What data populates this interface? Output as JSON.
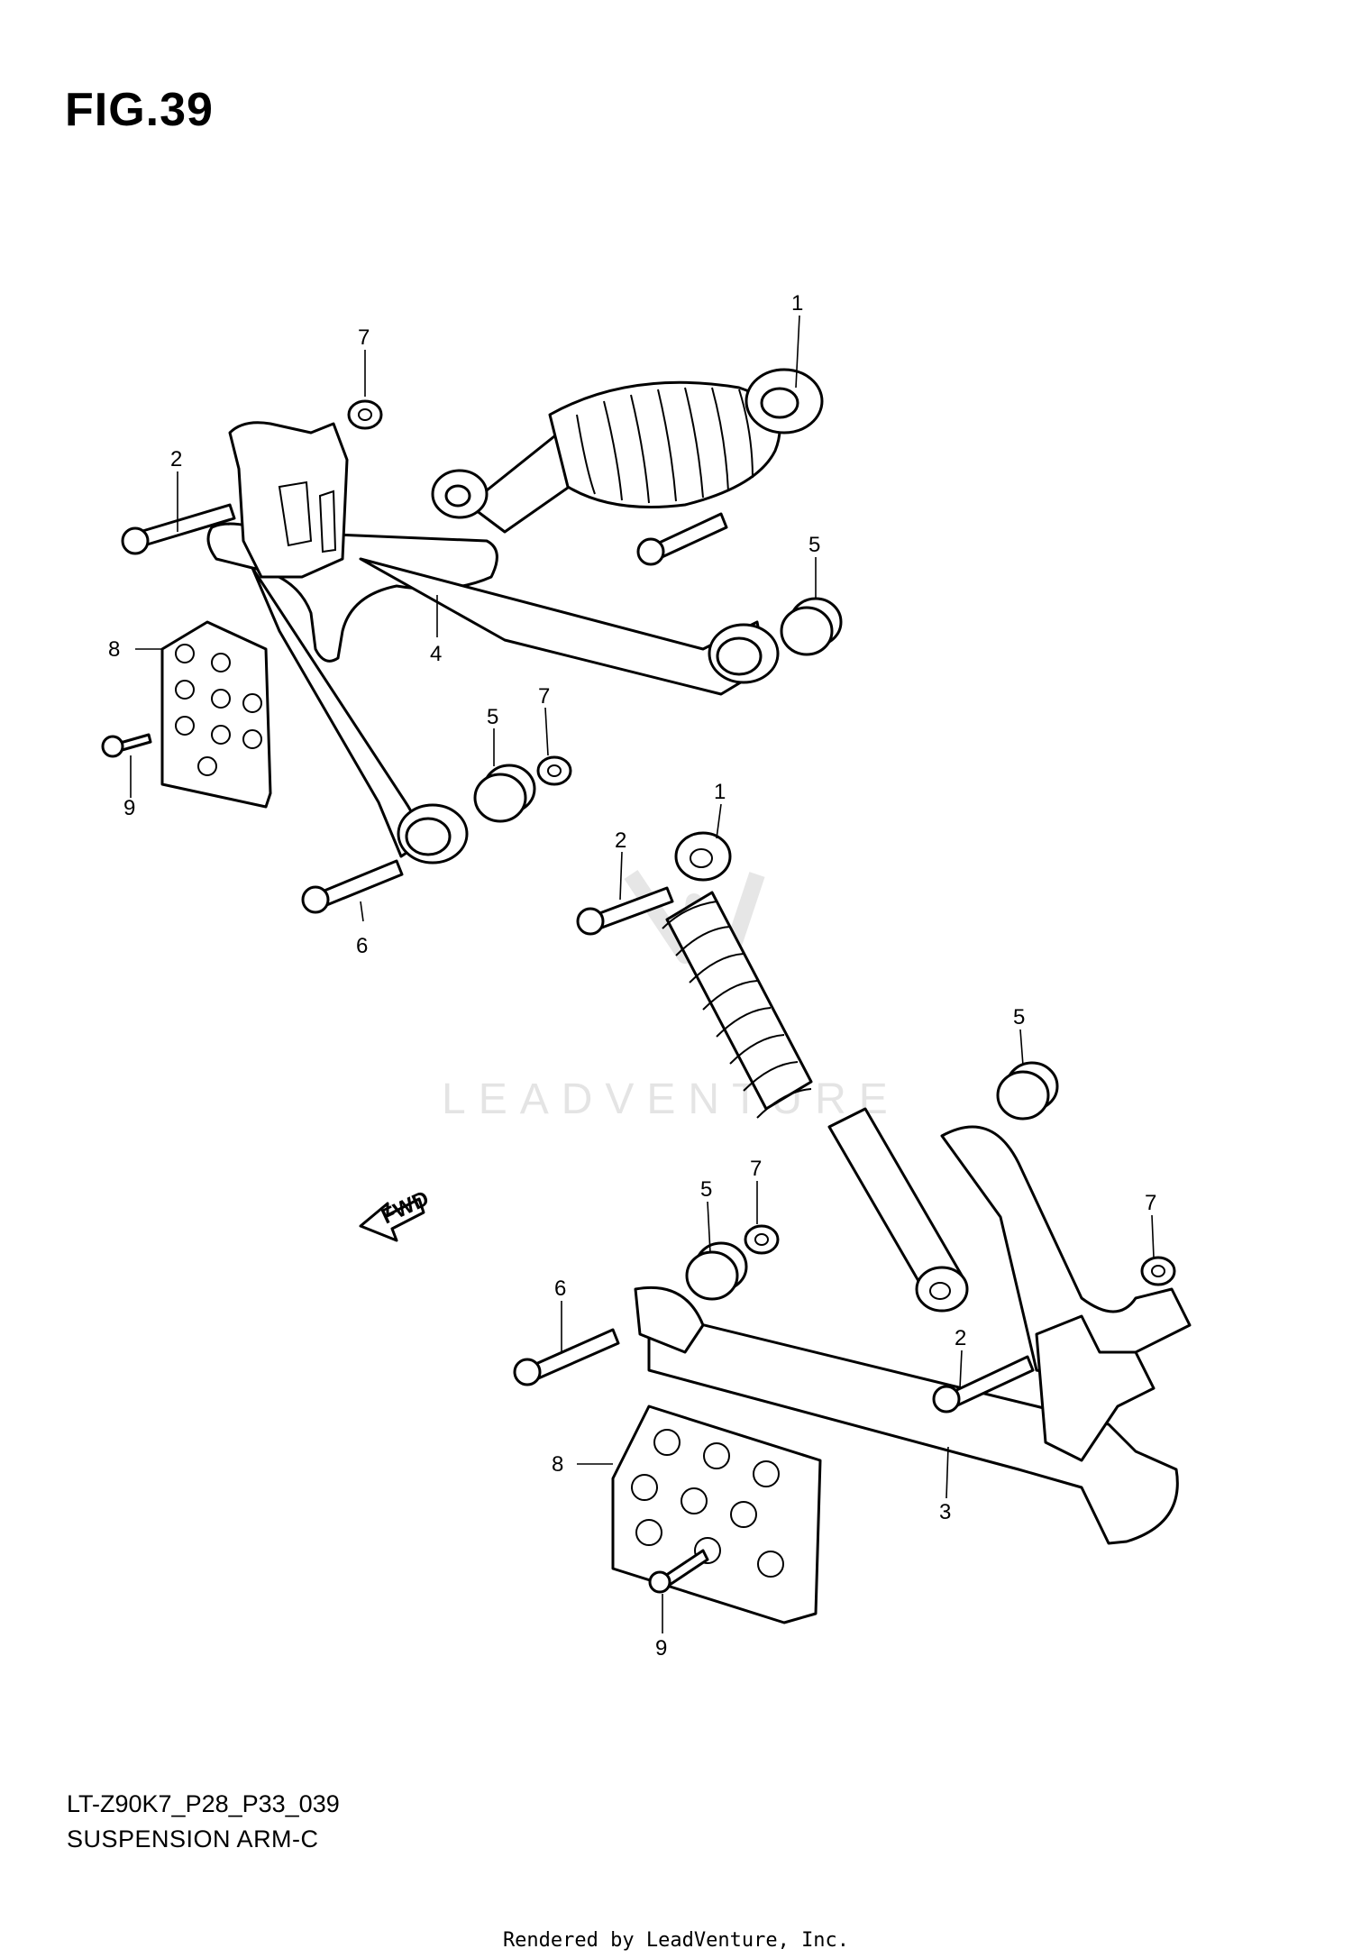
{
  "figure": {
    "title": "FIG.39",
    "code": "LT-Z90K7_P28_P33_039",
    "name": "SUSPENSION ARM-C"
  },
  "callouts": [
    "1",
    "2",
    "3",
    "4",
    "5",
    "6",
    "7",
    "8",
    "9"
  ],
  "fwd_label": "FWD",
  "watermark": "LEADVENTURE",
  "footer": "Rendered by LeadVenture, Inc."
}
